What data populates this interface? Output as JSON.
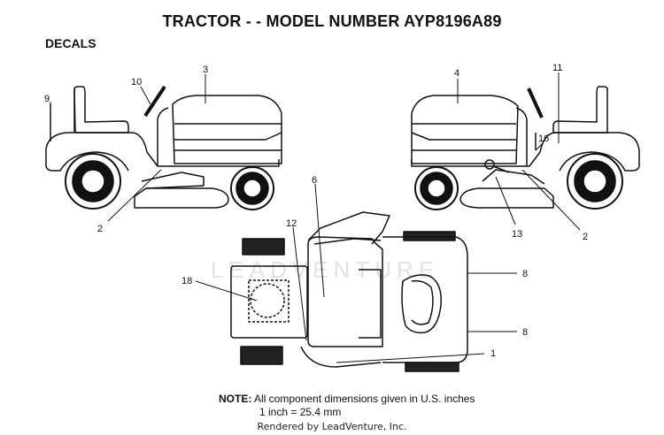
{
  "title": "TRACTOR - - MODEL NUMBER AYP8196A89",
  "section": "DECALS",
  "callouts": {
    "c9": "9",
    "c10": "10",
    "c3": "3",
    "c2a": "2",
    "c4": "4",
    "c11": "11",
    "c16": "16",
    "c13": "13",
    "c2b": "2",
    "c6": "6",
    "c12": "12",
    "c18": "18",
    "c8a": "8",
    "c8b": "8",
    "c1": "1"
  },
  "note": {
    "label": "NOTE:",
    "line1": "All component dimensions given in U.S. inches",
    "line2": "1 inch = 25.4 mm"
  },
  "watermark": "LEADVENTURE",
  "footer": "Rendered by LeadVenture, Inc."
}
